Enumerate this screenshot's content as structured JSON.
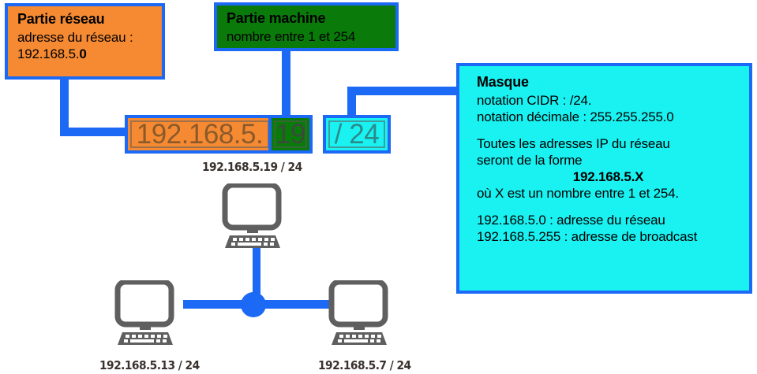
{
  "diagram": {
    "title_context": "Adressage IP - reseau 192.168.5.0/24",
    "colors": {
      "connector_blue": "#1b69f5",
      "network_orange": "#f68a33",
      "host_green": "#0a7a0a",
      "mask_cyan": "#1af2f2",
      "device_gray": "#5f5f5f",
      "caption_dark": "#3a322e"
    }
  },
  "boxes": {
    "network": {
      "title": "Partie réseau",
      "lines": [
        "adresse du réseau :",
        "192.168.5.0"
      ],
      "line2_prefix": "192.168.5.",
      "line2_bold": "0"
    },
    "machine": {
      "title": "Partie machine",
      "lines": [
        "nombre entre 1 et 254"
      ]
    },
    "mask": {
      "title": "Masque",
      "lines": [
        "notation CIDR : /24.",
        "notation décimale : 255.255.255.0"
      ],
      "paragraph": [
        "Toutes les adresses IP du réseau",
        "seront de la forme"
      ],
      "emphasis": "192.168.5.X",
      "after_emphasis": "où X est un nombre entre 1 et 254.",
      "footnotes": [
        "192.168.5.0 : adresse du réseau",
        "192.168.5.255 : adresse de broadcast"
      ]
    }
  },
  "address_chips": {
    "network_part": "192.168.5.",
    "host_part": "19",
    "mask_part": "/ 24"
  },
  "captions": {
    "top_host": "192.168.5.19 / 24",
    "bottom_left_host": "192.168.5.13 / 24",
    "bottom_right_host": "192.168.5.7 / 24"
  },
  "devices": [
    {
      "name": "workstation-top",
      "label": "192.168.5.19 / 24"
    },
    {
      "name": "workstation-bottom-left",
      "label": "192.168.5.13 / 24"
    },
    {
      "name": "workstation-bottom-right",
      "label": "192.168.5.7 / 24"
    }
  ]
}
